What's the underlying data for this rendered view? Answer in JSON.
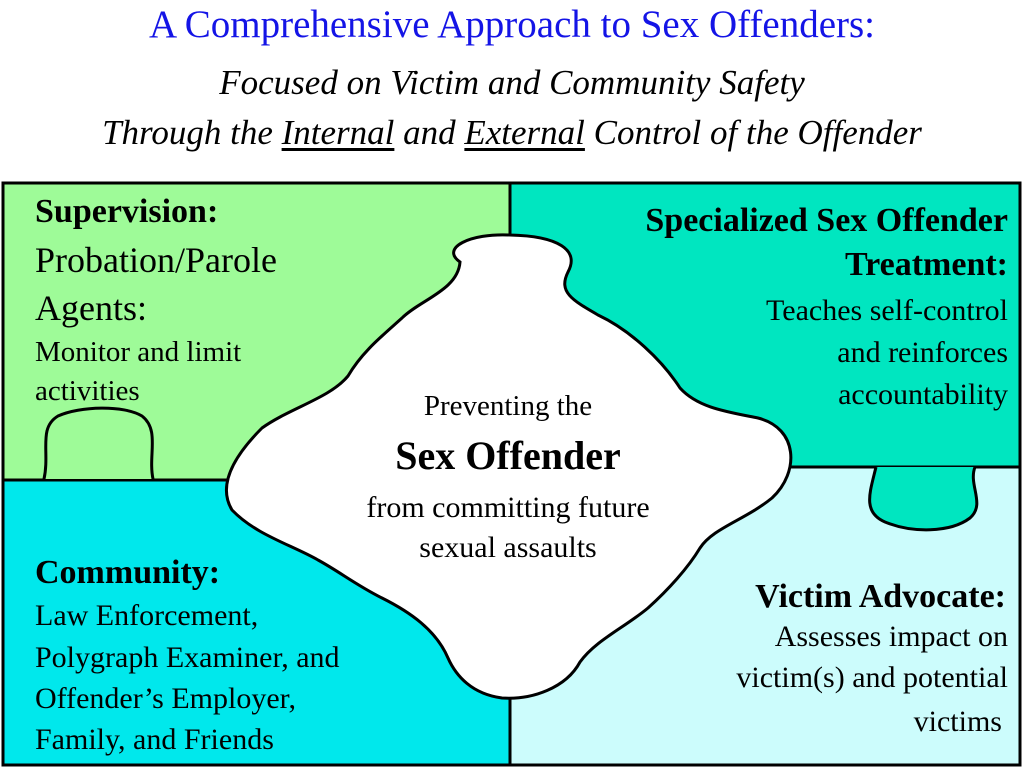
{
  "header": {
    "title": "A Comprehensive Approach to Sex Offenders:",
    "subtitle1": "Focused on Victim and Community Safety",
    "subtitle2": {
      "pre": "Through the ",
      "internal": "Internal",
      "mid": " and ",
      "external": "External",
      "post": " Control of the Offender"
    }
  },
  "colors": {
    "supervision": "#9efb98",
    "treatment": "#00e6c0",
    "community": "#00e8ec",
    "victim": "#ccfcfc",
    "center": "#ffffff",
    "outline": "#000000",
    "title": "#1414e6"
  },
  "supervision": {
    "heading": "Supervision:",
    "line1": "Probation/Parole",
    "line2": "Agents:",
    "desc1": "Monitor and limit",
    "desc2": "activities"
  },
  "treatment": {
    "heading1": "Specialized Sex Offender",
    "heading2": "Treatment:",
    "desc1": "Teaches self-control",
    "desc2": "and reinforces",
    "desc3": "accountability"
  },
  "community": {
    "heading": "Community:",
    "desc1": "Law Enforcement,",
    "desc2": "Polygraph Examiner, and",
    "desc3": "Offender’s Employer,",
    "desc4": "Family, and Friends"
  },
  "victim": {
    "heading": "Victim Advocate:",
    "desc1": "Assesses impact on",
    "desc2": "victim(s) and potential",
    "desc3": "victims"
  },
  "center": {
    "line1": "Preventing the",
    "line2": "Sex Offender",
    "line3": "from committing future",
    "line4": "sexual assaults"
  }
}
